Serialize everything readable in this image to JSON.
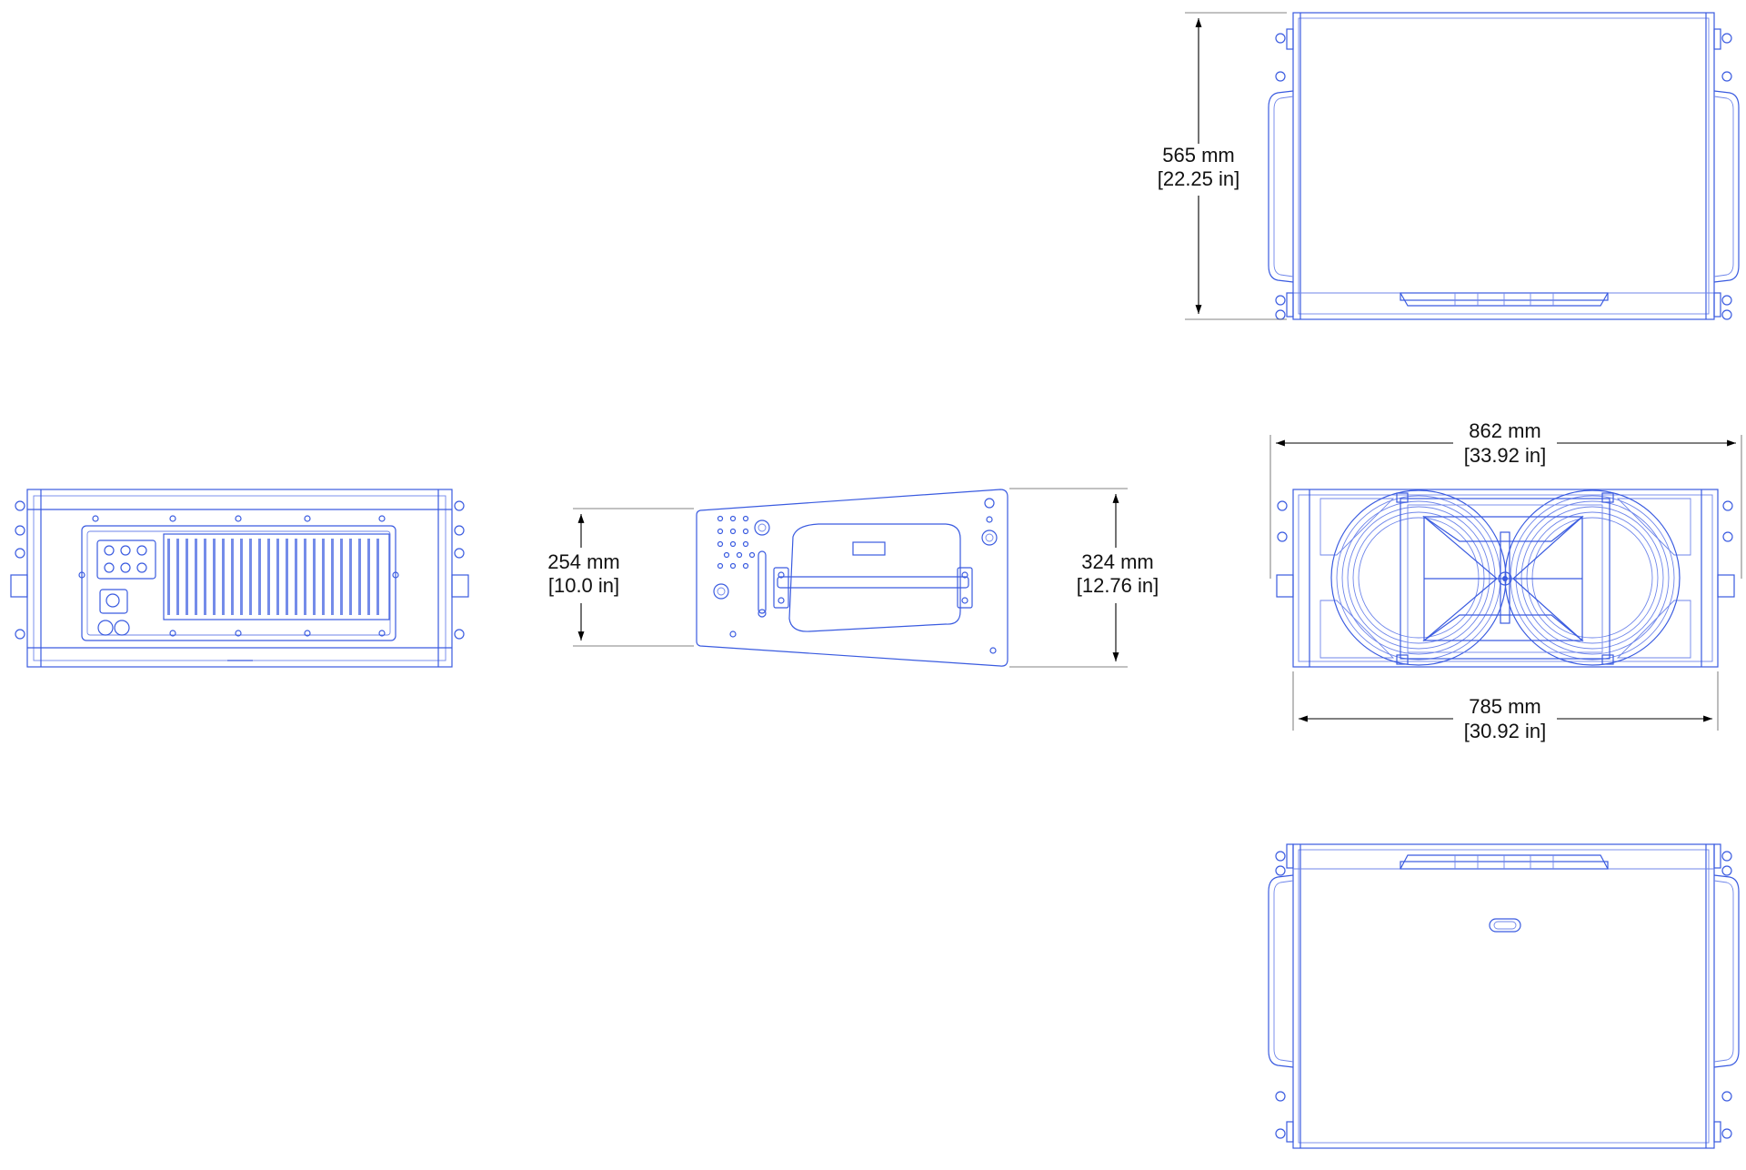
{
  "dimensions": {
    "height_top_view": {
      "mm": "565 mm",
      "in": "[22.25 in]"
    },
    "width_front_overall": {
      "mm": "862 mm",
      "in": "[33.92 in]"
    },
    "width_front_cabinet": {
      "mm": "785 mm",
      "in": "[30.92 in]"
    },
    "side_rear_height": {
      "mm": "254 mm",
      "in": "[10.0 in]"
    },
    "side_front_height": {
      "mm": "324 mm",
      "in": "[12.76 in]"
    }
  },
  "colors": {
    "drawing_line": "#3a5be0",
    "dimension_line": "#000000"
  }
}
